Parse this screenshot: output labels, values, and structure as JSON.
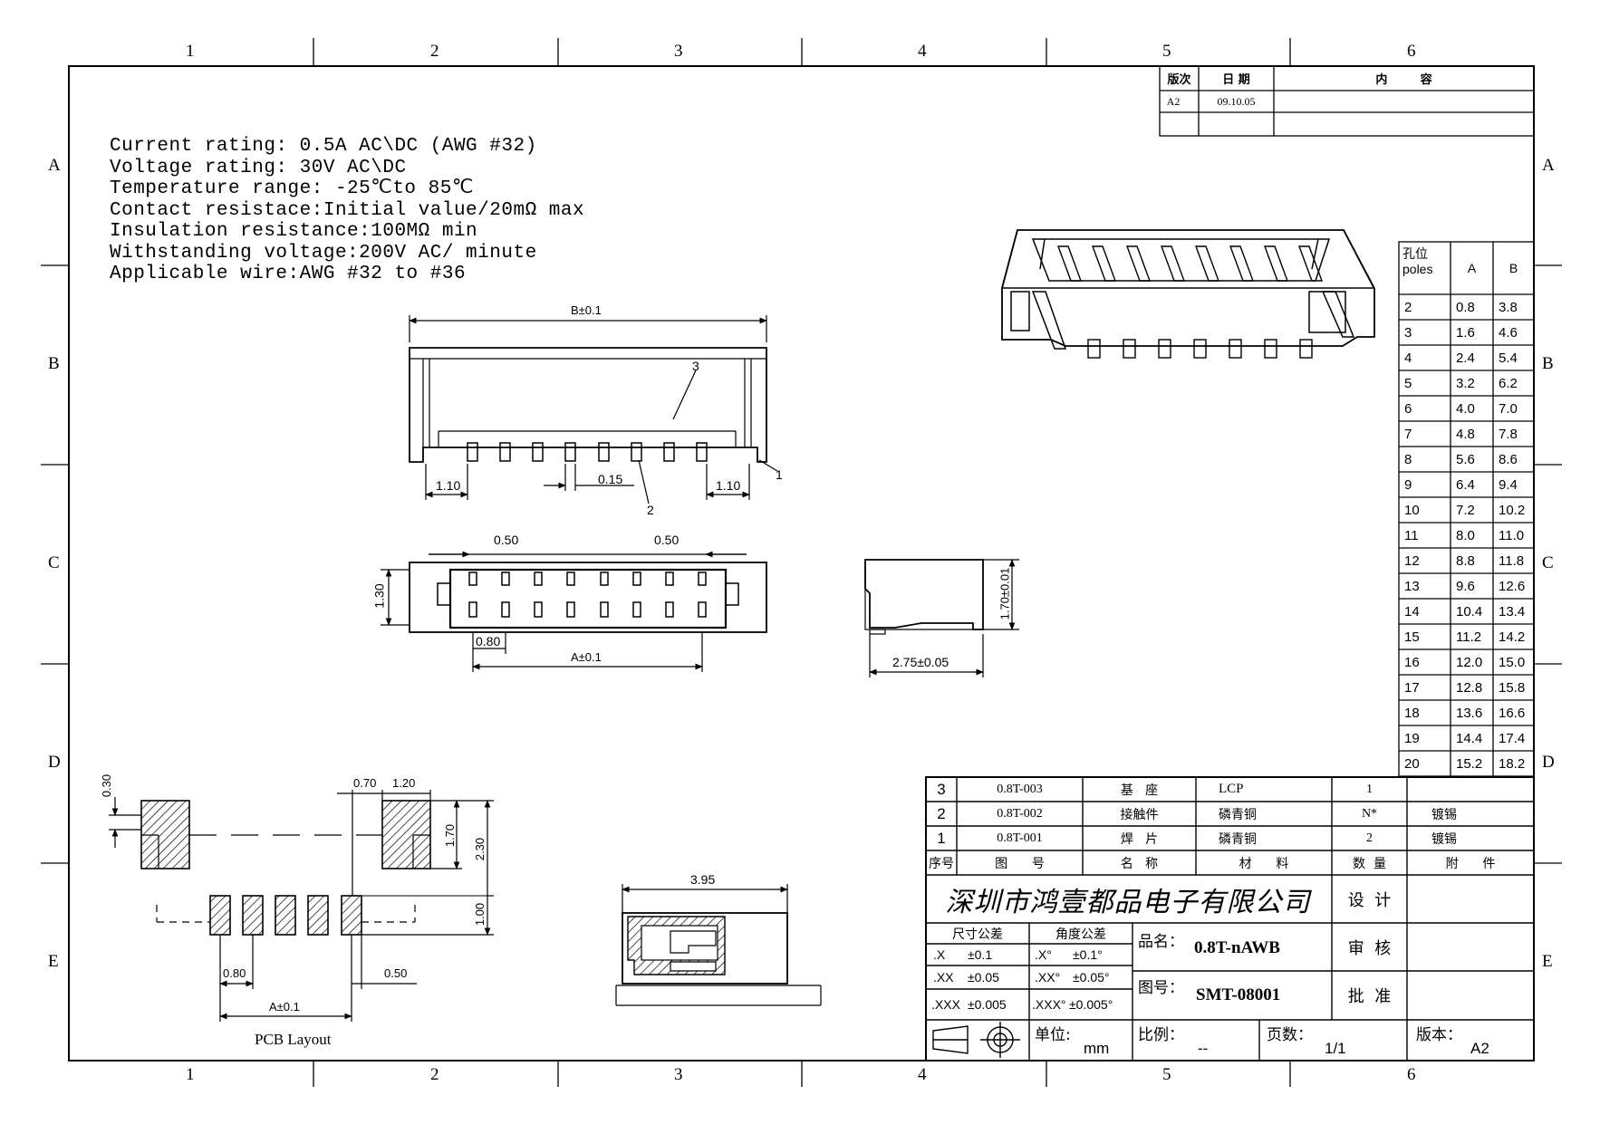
{
  "zones": {
    "columns": [
      "1",
      "2",
      "3",
      "4",
      "5",
      "6"
    ],
    "rows": [
      "A",
      "B",
      "C",
      "D",
      "E"
    ]
  },
  "specs": [
    "Current rating: 0.5A AC\\DC (AWG #32)",
    "Voltage rating: 30V AC\\DC",
    "Temperature range: -25℃to 85℃",
    "Contact resistace:Initial value/20mΩ max",
    "Insulation resistance:100MΩ min",
    "Withstanding voltage:200V AC/ minute",
    "Applicable wire:AWG #32 to #36"
  ],
  "revision": {
    "headers": [
      "版次",
      "日 期",
      "内        容"
    ],
    "row": [
      "A2",
      "09.10.05",
      ""
    ]
  },
  "dimensions": {
    "front": {
      "b": "B±0.1",
      "left": "1.10",
      "pitch": "0.15",
      "right": "1.10",
      "callout1": "1",
      "callout2": "2",
      "callout3": "3"
    },
    "top": {
      "left": "0.50",
      "right": "0.50",
      "height": "1.30",
      "pitch": "0.80",
      "a": "A±0.1"
    },
    "side": {
      "height": "1.70±0.01",
      "width": "2.75±0.05"
    },
    "pcb": {
      "d030": "0.30",
      "d070": "0.70",
      "d120": "1.20",
      "d170": "1.70",
      "d230": "2.30",
      "d100": "1.00",
      "d080": "0.80",
      "d050": "0.50",
      "a": "A±0.1",
      "title": "PCB Layout"
    },
    "section": {
      "width": "3.95"
    }
  },
  "poles_table": {
    "headers": [
      "孔位 poles",
      "A",
      "B"
    ],
    "rows": [
      [
        "2",
        "0.8",
        "3.8"
      ],
      [
        "3",
        "1.6",
        "4.6"
      ],
      [
        "4",
        "2.4",
        "5.4"
      ],
      [
        "5",
        "3.2",
        "6.2"
      ],
      [
        "6",
        "4.0",
        "7.0"
      ],
      [
        "7",
        "4.8",
        "7.8"
      ],
      [
        "8",
        "5.6",
        "8.6"
      ],
      [
        "9",
        "6.4",
        "9.4"
      ],
      [
        "10",
        "7.2",
        "10.2"
      ],
      [
        "11",
        "8.0",
        "11.0"
      ],
      [
        "12",
        "8.8",
        "11.8"
      ],
      [
        "13",
        "9.6",
        "12.6"
      ],
      [
        "14",
        "10.4",
        "13.4"
      ],
      [
        "15",
        "11.2",
        "14.2"
      ],
      [
        "16",
        "12.0",
        "15.0"
      ],
      [
        "17",
        "12.8",
        "15.8"
      ],
      [
        "18",
        "13.6",
        "16.6"
      ],
      [
        "19",
        "14.4",
        "17.4"
      ],
      [
        "20",
        "15.2",
        "18.2"
      ]
    ]
  },
  "bom": {
    "rows": [
      [
        "3",
        "0.8T-003",
        "基   座",
        "LCP",
        "1",
        ""
      ],
      [
        "2",
        "0.8T-002",
        "接触件",
        "磷青铜",
        "N*",
        "镀锡"
      ],
      [
        "1",
        "0.8T-001",
        "焊   片",
        "磷青铜",
        "2",
        "镀锡"
      ]
    ],
    "headers": [
      "序号",
      "图      号",
      "名   称",
      "材      料",
      "数  量",
      "附      件"
    ]
  },
  "title_block": {
    "company": "深圳市鸿壹都品电子有限公司",
    "design": "设  计",
    "review": "审  核",
    "approve": "批  准",
    "tol_size": "尺寸公差",
    "tol_angle": "角度公差",
    "tol_rows": [
      [
        ".X",
        "±0.1",
        ".X°",
        "±0.1°"
      ],
      [
        ".XX",
        "±0.05",
        ".XX°",
        "±0.05°"
      ],
      [
        ".XXX",
        "±0.005",
        ".XXX°",
        "±0.005°"
      ]
    ],
    "name_label": "品名：",
    "name_value": "0.8T-nAWB",
    "drawing_label": "图号：",
    "drawing_value": "SMT-08001",
    "unit_label": "单位:",
    "unit_value": "mm",
    "scale_label": "比例：",
    "scale_value": "--",
    "page_label": "页数：",
    "page_value": "1/1",
    "version_label": "版本：",
    "version_value": "A2"
  }
}
